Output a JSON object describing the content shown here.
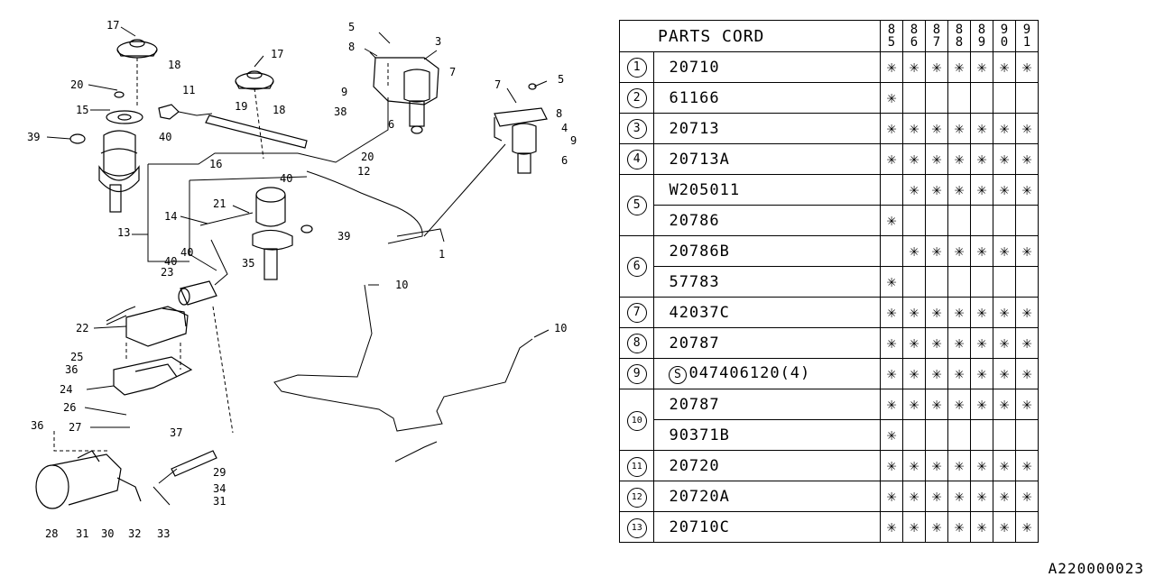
{
  "table": {
    "header_label": "PARTS CORD",
    "years": [
      [
        "8",
        "5"
      ],
      [
        "8",
        "6"
      ],
      [
        "8",
        "7"
      ],
      [
        "8",
        "8"
      ],
      [
        "8",
        "9"
      ],
      [
        "9",
        "0"
      ],
      [
        "9",
        "1"
      ]
    ],
    "mark_symbol": "✳",
    "rows": [
      {
        "num": "1",
        "codes": [
          {
            "code": "20710",
            "marks": [
              1,
              1,
              1,
              1,
              1,
              1,
              1
            ]
          }
        ]
      },
      {
        "num": "2",
        "codes": [
          {
            "code": "61166",
            "marks": [
              1,
              0,
              0,
              0,
              0,
              0,
              0
            ]
          }
        ]
      },
      {
        "num": "3",
        "codes": [
          {
            "code": "20713",
            "marks": [
              1,
              1,
              1,
              1,
              1,
              1,
              1
            ]
          }
        ]
      },
      {
        "num": "4",
        "codes": [
          {
            "code": "20713A",
            "marks": [
              1,
              1,
              1,
              1,
              1,
              1,
              1
            ]
          }
        ]
      },
      {
        "num": "5",
        "codes": [
          {
            "code": "W205011",
            "marks": [
              0,
              1,
              1,
              1,
              1,
              1,
              1
            ]
          },
          {
            "code": "20786",
            "marks": [
              1,
              0,
              0,
              0,
              0,
              0,
              0
            ]
          }
        ]
      },
      {
        "num": "6",
        "codes": [
          {
            "code": "20786B",
            "marks": [
              0,
              1,
              1,
              1,
              1,
              1,
              1
            ]
          },
          {
            "code": "57783",
            "marks": [
              1,
              0,
              0,
              0,
              0,
              0,
              0
            ]
          }
        ]
      },
      {
        "num": "7",
        "codes": [
          {
            "code": "42037C",
            "marks": [
              1,
              1,
              1,
              1,
              1,
              1,
              1
            ]
          }
        ]
      },
      {
        "num": "8",
        "codes": [
          {
            "code": "20787",
            "marks": [
              1,
              1,
              1,
              1,
              1,
              1,
              1
            ]
          }
        ]
      },
      {
        "num": "9",
        "codes": [
          {
            "code": "047406120(4)",
            "prefix": "S",
            "marks": [
              1,
              1,
              1,
              1,
              1,
              1,
              1
            ]
          }
        ]
      },
      {
        "num": "10",
        "codes": [
          {
            "code": "20787",
            "marks": [
              1,
              1,
              1,
              1,
              1,
              1,
              1
            ]
          },
          {
            "code": "90371B",
            "marks": [
              1,
              0,
              0,
              0,
              0,
              0,
              0
            ]
          }
        ]
      },
      {
        "num": "11",
        "codes": [
          {
            "code": "20720",
            "marks": [
              1,
              1,
              1,
              1,
              1,
              1,
              1
            ]
          }
        ]
      },
      {
        "num": "12",
        "codes": [
          {
            "code": "20720A",
            "marks": [
              1,
              1,
              1,
              1,
              1,
              1,
              1
            ]
          }
        ]
      },
      {
        "num": "13",
        "codes": [
          {
            "code": "20710C",
            "marks": [
              1,
              1,
              1,
              1,
              1,
              1,
              1
            ]
          }
        ]
      }
    ]
  },
  "callouts": [
    "17",
    "20",
    "18",
    "11",
    "15",
    "39",
    "40",
    "17",
    "19",
    "18",
    "38",
    "5",
    "8",
    "3",
    "7",
    "9",
    "6",
    "7",
    "5",
    "8",
    "4",
    "9",
    "6",
    "16",
    "20",
    "12",
    "40",
    "21",
    "14",
    "39",
    "13",
    "40",
    "35",
    "1",
    "40",
    "23",
    "22",
    "10",
    "10",
    "25",
    "36",
    "24",
    "26",
    "27",
    "36",
    "37",
    "29",
    "34",
    "31",
    "28",
    "31",
    "30",
    "32",
    "33"
  ],
  "reference_code": "A220000023"
}
